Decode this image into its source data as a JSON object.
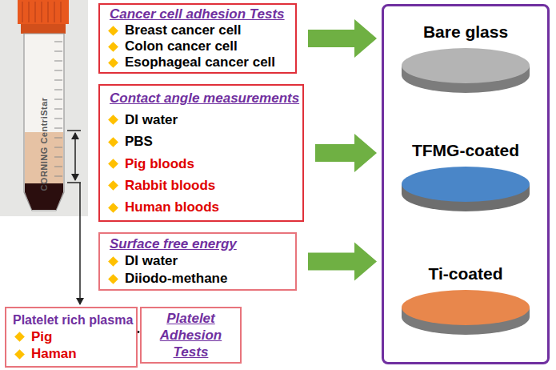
{
  "diagram": {
    "nodes": [
      {
        "text": [
          "Cancer cell adhesion Tests",
          "Breast cancer cell",
          "Colon cancer cell",
          "Esophageal cancer cell"
        ]
      },
      {
        "text": [
          "Contact angle measurements",
          "DI water",
          "PBS",
          "Pig bloods",
          "Rabbit bloods",
          "Human bloods"
        ]
      },
      {
        "text": [
          "Surface free energy",
          "DI water",
          "Diiodo-methane"
        ]
      },
      {
        "text": [
          "Platelet rich plasma",
          "Pig",
          "Haman"
        ]
      },
      {
        "text": [
          "Platelet Adhesion Tests"
        ]
      },
      {
        "text": []
      },
      {
        "text": [
          "Bare glass"
        ],
        "in": 5
      },
      {
        "text": [
          "TFMG-coated"
        ],
        "in": 5
      },
      {
        "text": [
          "Ti-coated"
        ],
        "in": 5
      }
    ],
    "edges": [
      {
        "from": 0,
        "to": 5,
        "arrow": "to"
      },
      {
        "from": 1,
        "to": 5,
        "arrow": "to"
      },
      {
        "from": 2,
        "to": 5,
        "arrow": "to"
      },
      {
        "from": 3,
        "to": 4,
        "arrow": "to"
      }
    ],
    "labels": [
      "CORNING CentriStar"
    ]
  }
}
